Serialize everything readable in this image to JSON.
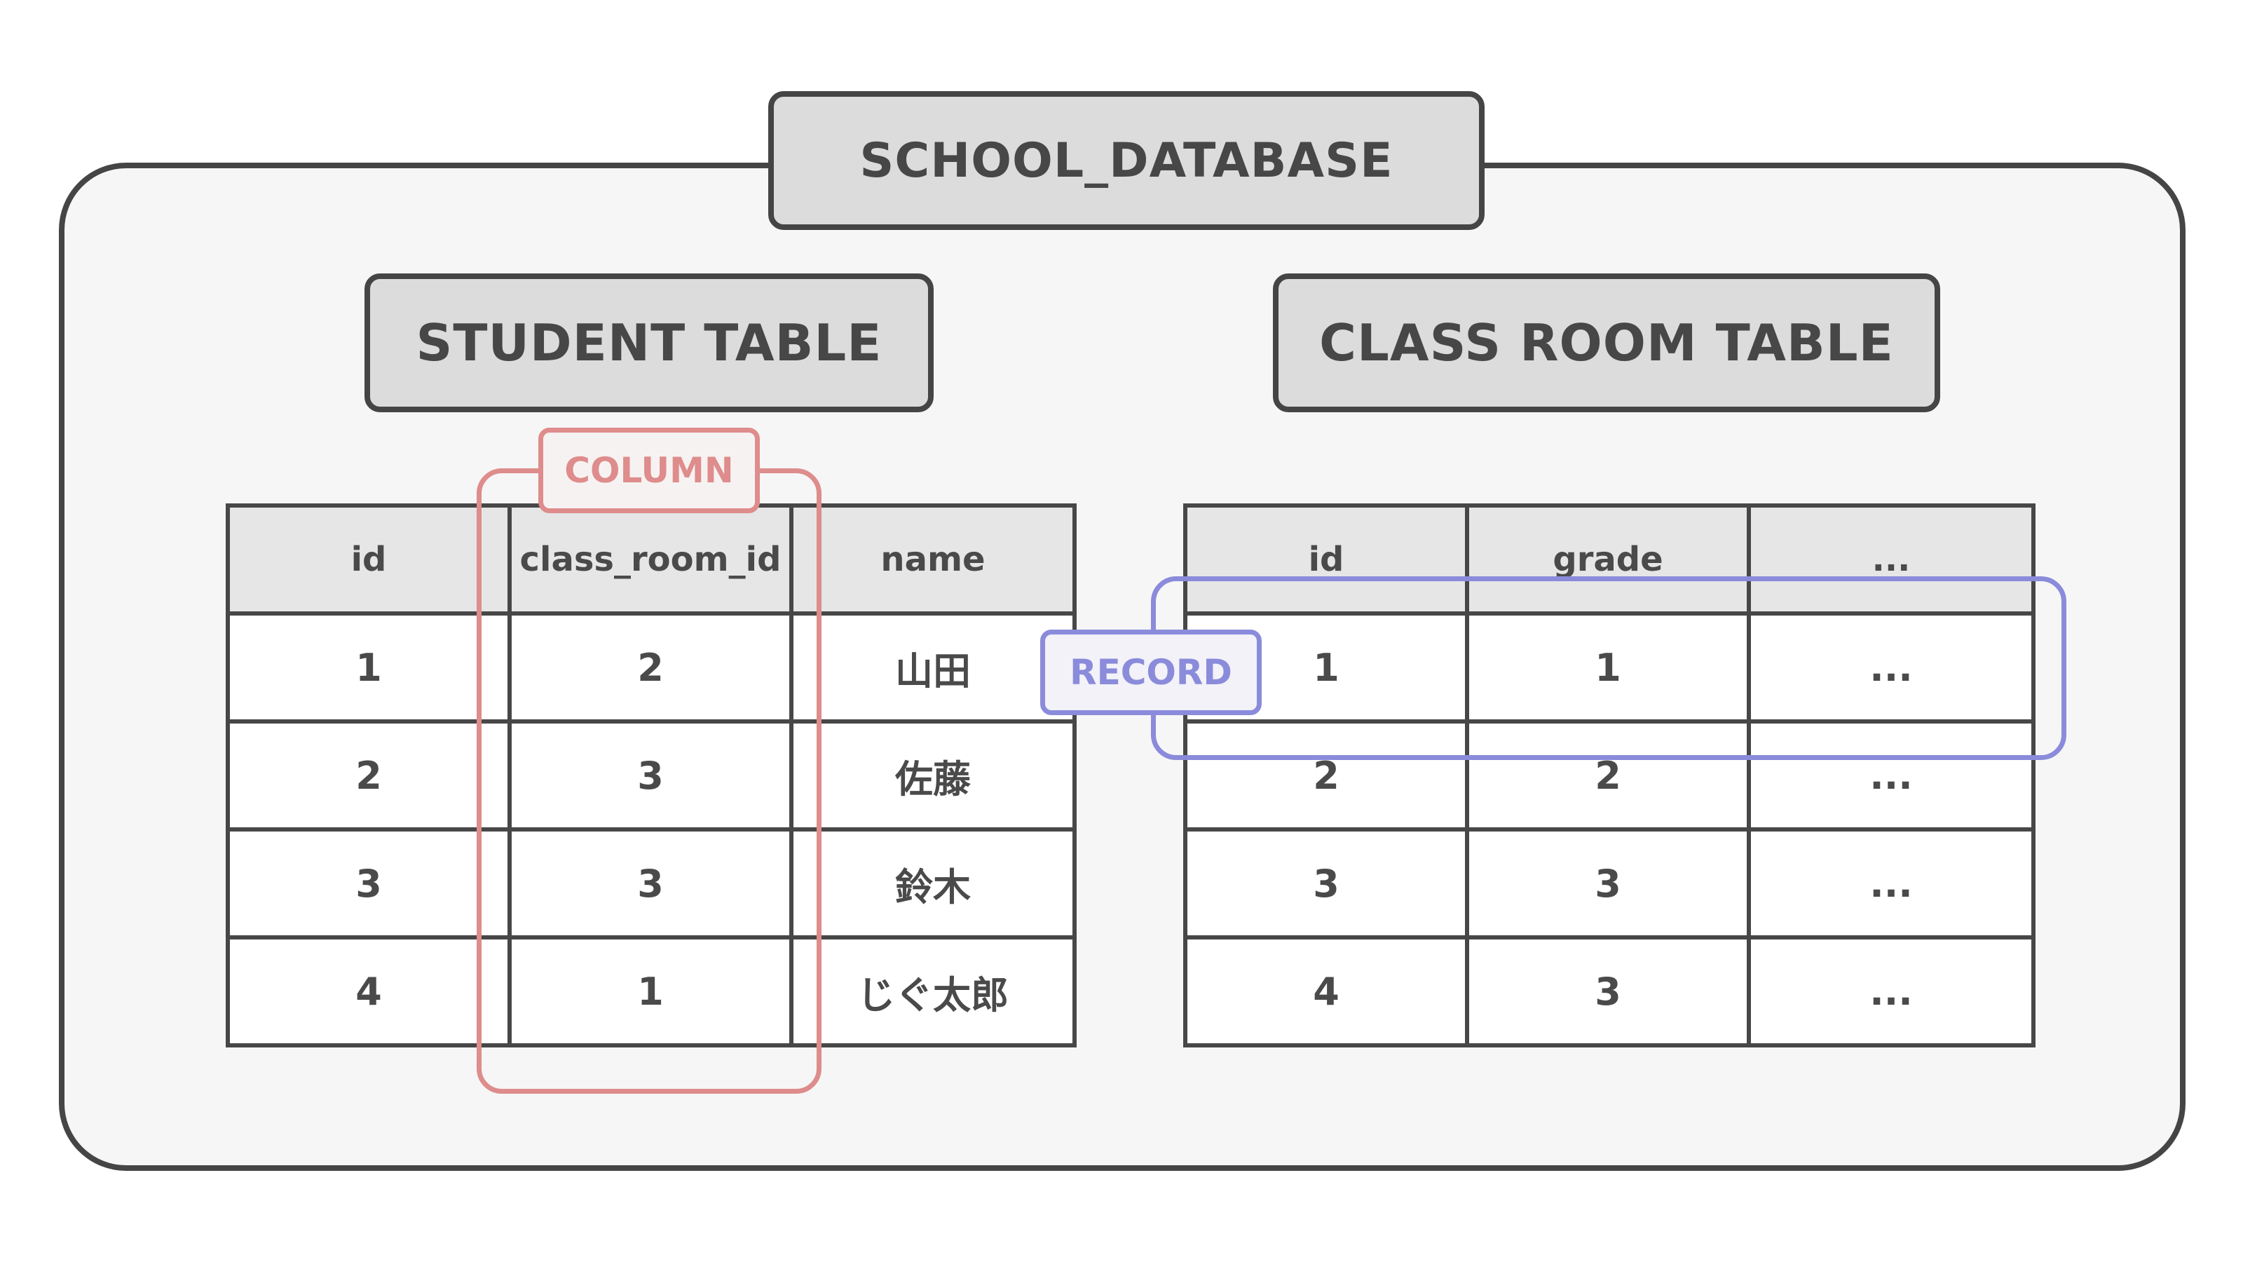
{
  "database": {
    "title": "SCHOOL_DATABASE"
  },
  "student_table": {
    "title": "STUDENT TABLE",
    "columns": [
      "id",
      "class_room_id",
      "name"
    ],
    "rows": [
      [
        "1",
        "2",
        "山田"
      ],
      [
        "2",
        "3",
        "佐藤"
      ],
      [
        "3",
        "3",
        "鈴木"
      ],
      [
        "4",
        "1",
        "じぐ太郎"
      ]
    ]
  },
  "class_room_table": {
    "title": "CLASS ROOM TABLE",
    "columns": [
      "id",
      "grade",
      "..."
    ],
    "rows": [
      [
        "1",
        "1",
        "..."
      ],
      [
        "2",
        "2",
        "..."
      ],
      [
        "3",
        "3",
        "..."
      ],
      [
        "4",
        "3",
        "..."
      ]
    ]
  },
  "annotations": {
    "column_label": "COLUMN",
    "record_label": "RECORD",
    "column_color": "#de8c8c",
    "record_color": "#8b8bdb"
  }
}
